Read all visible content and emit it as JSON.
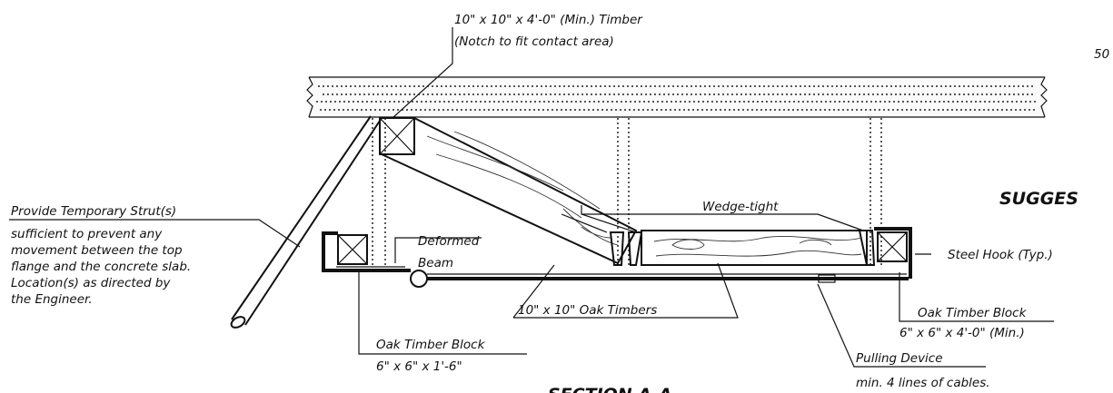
{
  "labels": {
    "top_timber_line1": "10\" x 10\" x 4'-0\" (Min.) Timber",
    "top_timber_line2": "(Notch to fit contact area)",
    "corner_text": "50",
    "suggest_text": "SUGGES",
    "strut_line1": "Provide Temporary Strut(s)",
    "strut_line2": "sufficient to prevent any",
    "strut_line3": "movement between the top",
    "strut_line4": "flange and the concrete slab.",
    "strut_line5": "Location(s) as directed by",
    "strut_line6": "the Engineer.",
    "deformed_line1": "Deformed",
    "deformed_line2": "Beam",
    "wedge": "Wedge-tight",
    "steel_hook": "Steel Hook (Typ.)",
    "oak_timbers": "10\" x 10\" Oak Timbers",
    "oak_block_right_line1": "Oak Timber Block",
    "oak_block_right_line2": "6\" x 6\" x 4'-0\" (Min.)",
    "oak_block_left_line1": "Oak Timber Block",
    "oak_block_left_line2": "6\" x 6\" x 1'-6\"",
    "pulling_line1": "Pulling Device",
    "pulling_line2": "min. 4 lines of cables.",
    "section_title": "SECTION A-A"
  }
}
